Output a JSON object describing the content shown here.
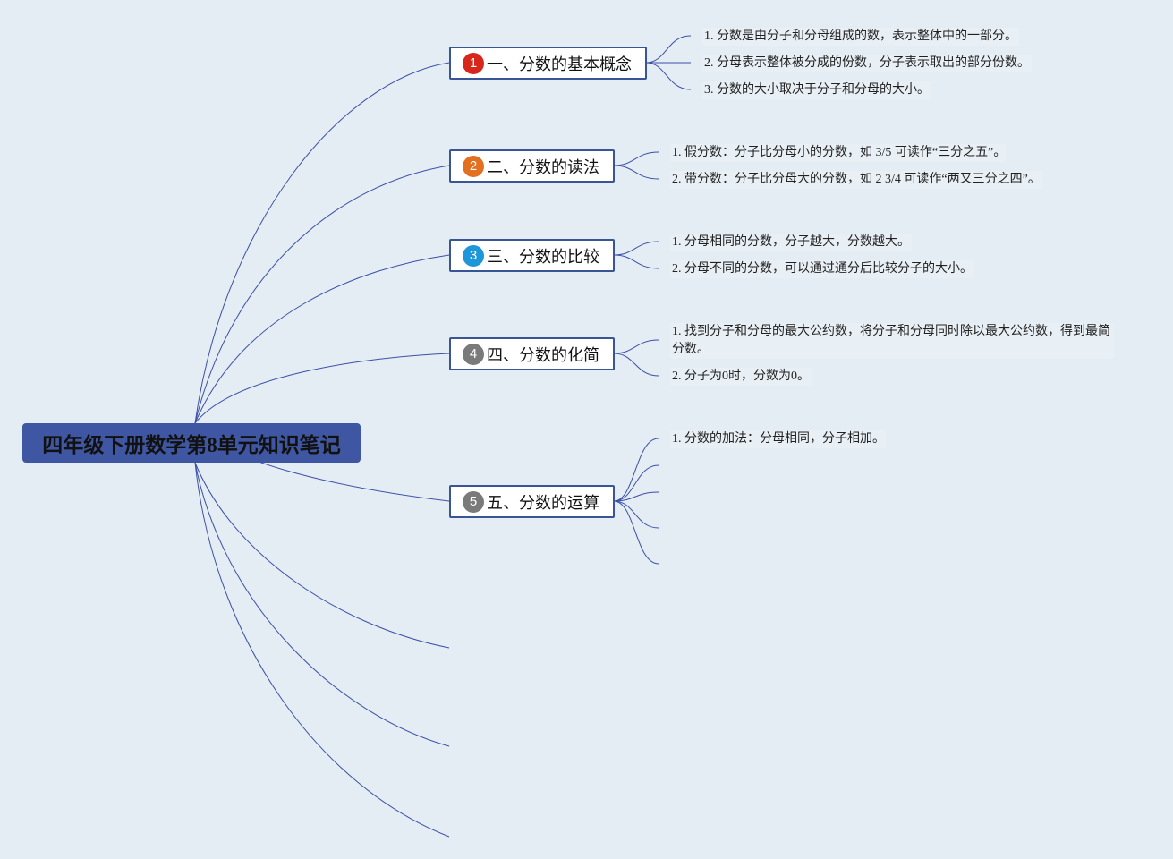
{
  "root": {
    "title": "四年级下册数学第8单元知识笔记"
  },
  "topics": [
    {
      "num": "1",
      "color": "#d7261b",
      "label": "一、分数的基本概念",
      "items": [
        "1. 分数是由分子和分母组成的数，表示整体中的一部分。",
        "2. 分母表示整体被分成的份数，分子表示取出的部分份数。",
        "3. 分数的大小取决于分子和分母的大小。"
      ]
    },
    {
      "num": "2",
      "color": "#e27020",
      "label": "二、分数的读法",
      "items": [
        "1. 假分数：分子比分母小的分数，如 3/5 可读作“三分之五”。",
        "2. 带分数：分子比分母大的分数，如 2 3/4 可读作“两又三分之四”。"
      ]
    },
    {
      "num": "3",
      "color": "#1f96d8",
      "label": "三、分数的比较",
      "items": [
        "1. 分母相同的分数，分子越大，分数越大。",
        "2. 分母不同的分数，可以通过通分后比较分子的大小。"
      ]
    },
    {
      "num": "4",
      "color": "#7a7a7a",
      "label": "四、分数的化简",
      "items": [
        "1. 找到分子和分母的最大公约数，将分子和分母同时除以最大公约数，得到最简分数。",
        "2. 分子为0时，分数为0。"
      ]
    },
    {
      "num": "5",
      "color": "#7a7a7a",
      "label": "五、分数的运算",
      "items": [
        "1. 分数的加法：分母相同，分子相加。"
      ]
    }
  ]
}
